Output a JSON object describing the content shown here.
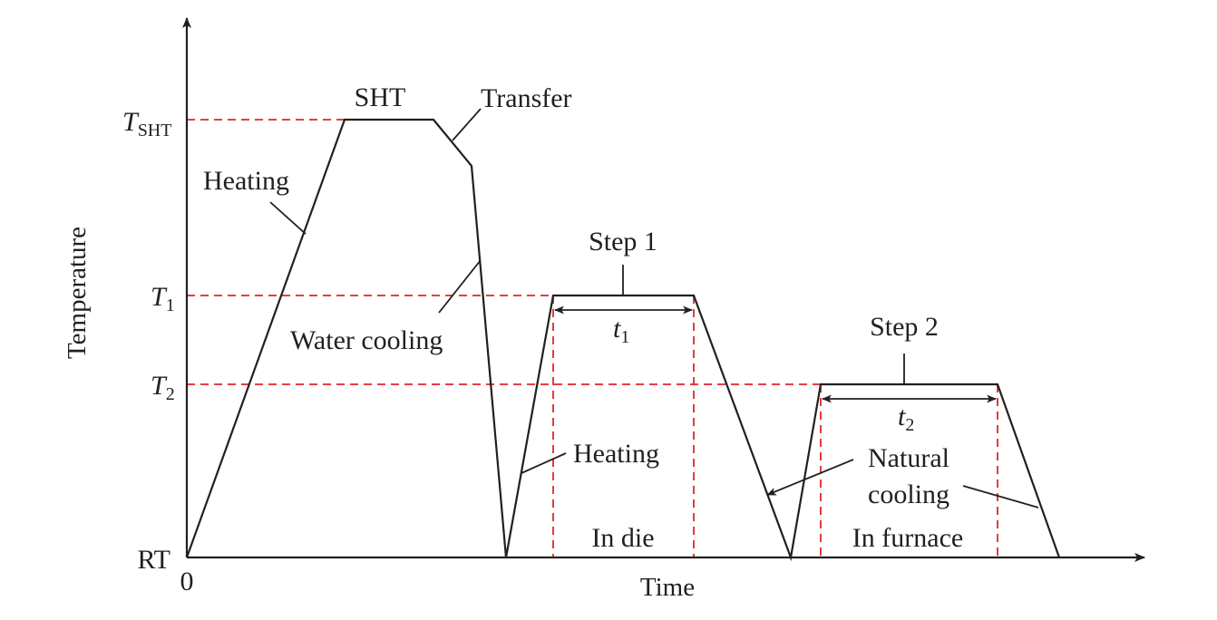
{
  "colors": {
    "line": "#231f20",
    "dashed_guides": "#e0262a",
    "background": "#ffffff"
  },
  "axes": {
    "y_title": "Temperature",
    "x_title": "Time",
    "origin_label": "0",
    "rt_label": "RT",
    "t_sht": {
      "main": "T",
      "sub": "SHT"
    },
    "t1": {
      "main": "T",
      "sub": "1"
    },
    "t2": {
      "main": "T",
      "sub": "2"
    }
  },
  "labels": {
    "sht": "SHT",
    "transfer": "Transfer",
    "heating_first": "Heating",
    "water_cooling": "Water cooling",
    "step1": "Step 1",
    "step2": "Step 2",
    "heating_second": "Heating",
    "natural_cooling_line1": "Natural",
    "natural_cooling_line2": "cooling",
    "in_die": "In die",
    "in_furnace": "In furnace",
    "duration1": {
      "main": "t",
      "sub": "1"
    },
    "duration2": {
      "main": "t",
      "sub": "2"
    }
  }
}
